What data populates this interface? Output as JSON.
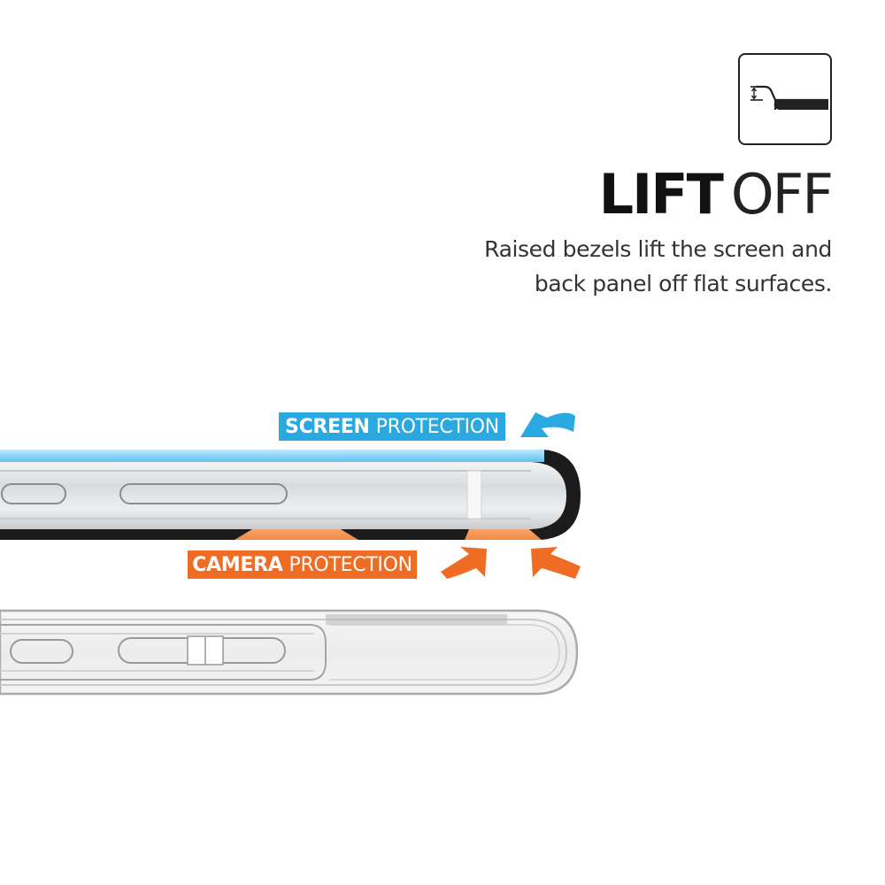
{
  "feature": {
    "icon": "lift-off-bezel-icon",
    "title_bold": "LIFT",
    "title_light": "OFF",
    "description_lines": [
      "Raised bezels lift the screen and",
      "back panel off flat surfaces."
    ]
  },
  "callouts": {
    "screen": {
      "strong": "SCREEN",
      "light": "PROTECTION",
      "color": "#2aa9e0"
    },
    "camera": {
      "strong": "CAMERA",
      "light": "PROTECTION",
      "color": "#ef6c24"
    }
  },
  "illustrations": {
    "phone_in_case": "phone-in-case-side-view",
    "empty_case": "clear-case-side-view"
  }
}
